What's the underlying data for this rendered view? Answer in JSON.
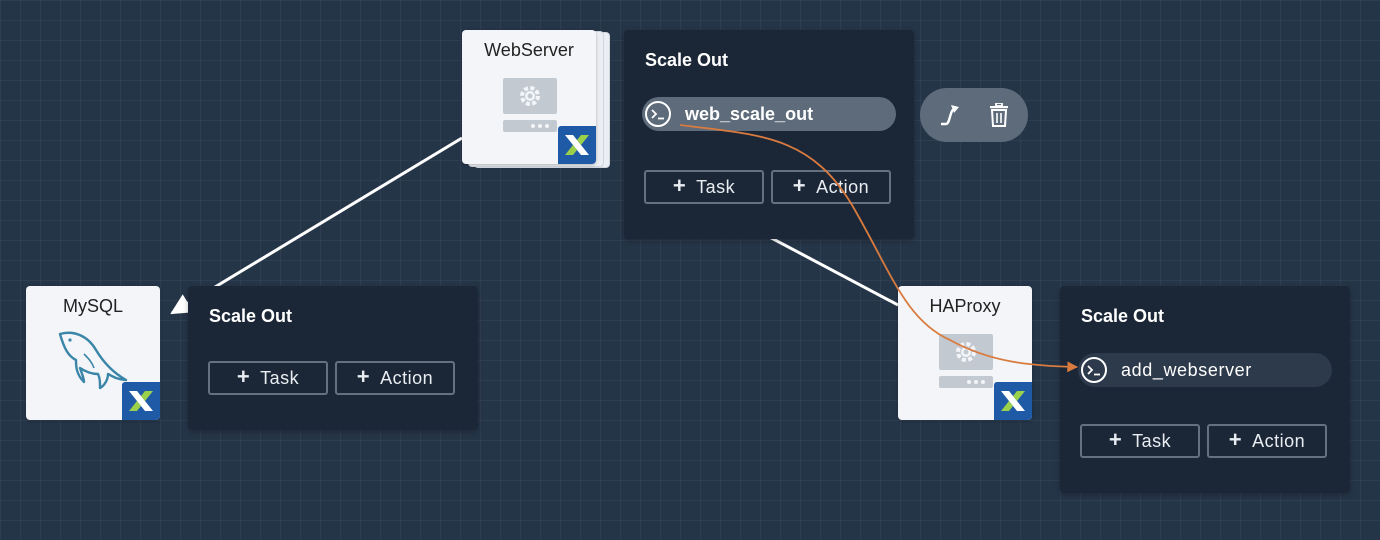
{
  "canvas": {
    "background": "#253548",
    "grid_color": "#2e3e52"
  },
  "nodes": {
    "webserver": {
      "title": "WebServer",
      "icon": "vm-service-icon",
      "badge": "nutanix-logo-icon"
    },
    "mysql": {
      "title": "MySQL",
      "icon": "mysql-dolphin-icon",
      "badge": "nutanix-logo-icon"
    },
    "haproxy": {
      "title": "HAProxy",
      "icon": "vm-service-icon",
      "badge": "nutanix-logo-icon"
    }
  },
  "panels": {
    "webserver": {
      "title": "Scale Out",
      "tasks": [
        {
          "label": "web_scale_out",
          "icon": "terminal-icon",
          "selected": true
        }
      ],
      "add_task_label": "Task",
      "add_action_label": "Action"
    },
    "mysql": {
      "title": "Scale Out",
      "add_task_label": "Task",
      "add_action_label": "Action"
    },
    "haproxy": {
      "title": "Scale Out",
      "tasks": [
        {
          "label": "add_webserver",
          "icon": "terminal-icon",
          "selected": false
        }
      ],
      "add_task_label": "Task",
      "add_action_label": "Action"
    }
  },
  "task_toolbar": {
    "actions": [
      "connect-arrow-icon",
      "trash-icon"
    ]
  },
  "colors": {
    "accent_edge": "#d97b3f",
    "badge": "#1f5aa6",
    "panel": "#1b2736",
    "pill_selected": "#5d6b7a"
  }
}
